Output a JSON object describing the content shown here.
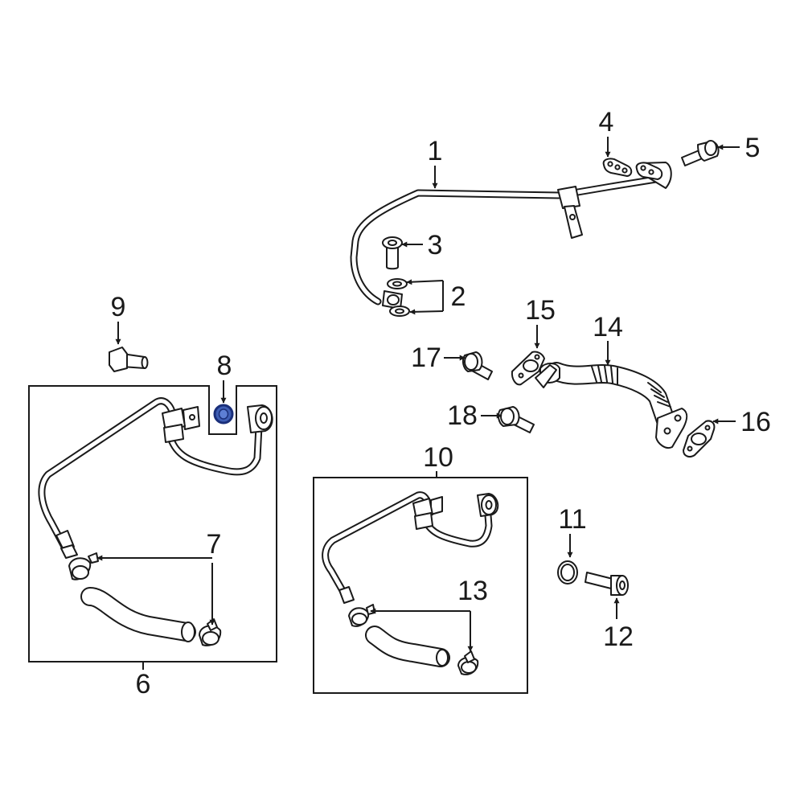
{
  "callouts": [
    "1",
    "2",
    "3",
    "4",
    "5",
    "6",
    "7",
    "8",
    "9",
    "10",
    "11",
    "12",
    "13",
    "14",
    "15",
    "16",
    "17",
    "18"
  ],
  "colors": {
    "line": "#1a1a1a",
    "background": "#ffffff",
    "highlight_fill": "#3f5fb5",
    "highlight_stroke": "#1a2f7a"
  }
}
